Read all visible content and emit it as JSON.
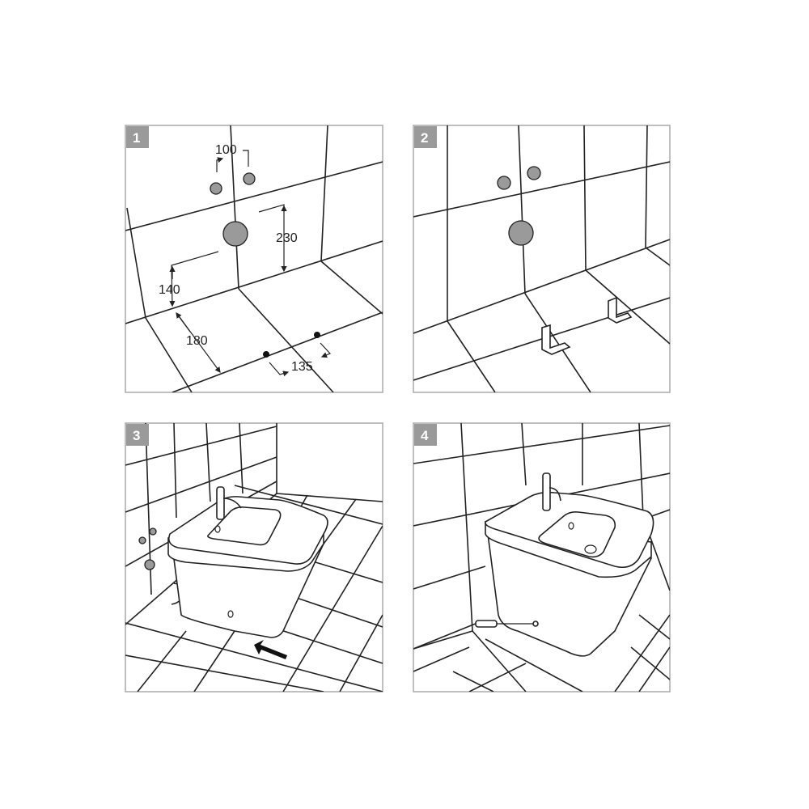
{
  "steps": [
    {
      "number": "1",
      "dimensions": {
        "holes_spacing": "100",
        "height_upper": "230",
        "height_lower": "140",
        "depth": "180",
        "fixing_spacing": "135"
      }
    },
    {
      "number": "2"
    },
    {
      "number": "3"
    },
    {
      "number": "4"
    }
  ],
  "colors": {
    "badge": "#9a9a9a",
    "line": "#222222",
    "frame": "#aaaaaa",
    "hole": "#9a9a9a"
  }
}
